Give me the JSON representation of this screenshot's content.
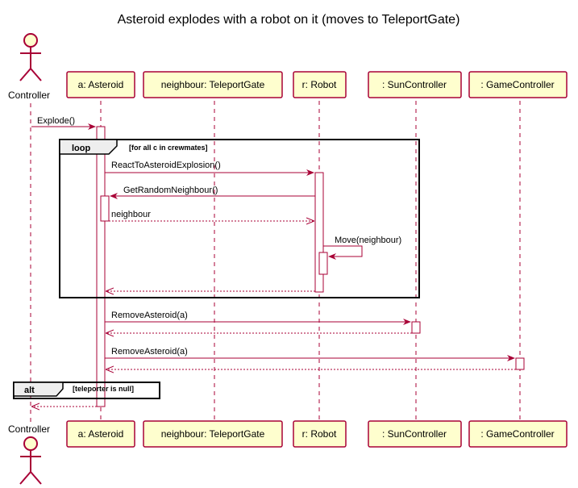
{
  "title": "Asteroid explodes with a robot on it (moves to TeleportGate)",
  "participants": {
    "controller": "Controller",
    "asteroid": "a: Asteroid",
    "neighbour": "neighbour: TeleportGate",
    "robot": "r: Robot",
    "sun": ": SunController",
    "game": ": GameController"
  },
  "frames": {
    "loop": {
      "keyword": "loop",
      "condition": "[for all c in crewmates]"
    },
    "alt": {
      "keyword": "alt",
      "condition": "[teleporter is null]"
    }
  },
  "messages": [
    {
      "id": "explode",
      "label": "Explode()"
    },
    {
      "id": "react",
      "label": "ReactToAsteroidExplosion()"
    },
    {
      "id": "get-neighbour",
      "label": "GetRandomNeighbour()"
    },
    {
      "id": "neighbour-return",
      "label": "neighbour"
    },
    {
      "id": "move",
      "label": "Move(neighbour)"
    },
    {
      "id": "remove-sun",
      "label": "RemoveAsteroid(a)"
    },
    {
      "id": "remove-game",
      "label": "RemoveAsteroid(a)"
    }
  ],
  "colors": {
    "line": "#A80036",
    "participant_fill": "#FEFECE",
    "frame_tab_fill": "#EEEEEE"
  }
}
